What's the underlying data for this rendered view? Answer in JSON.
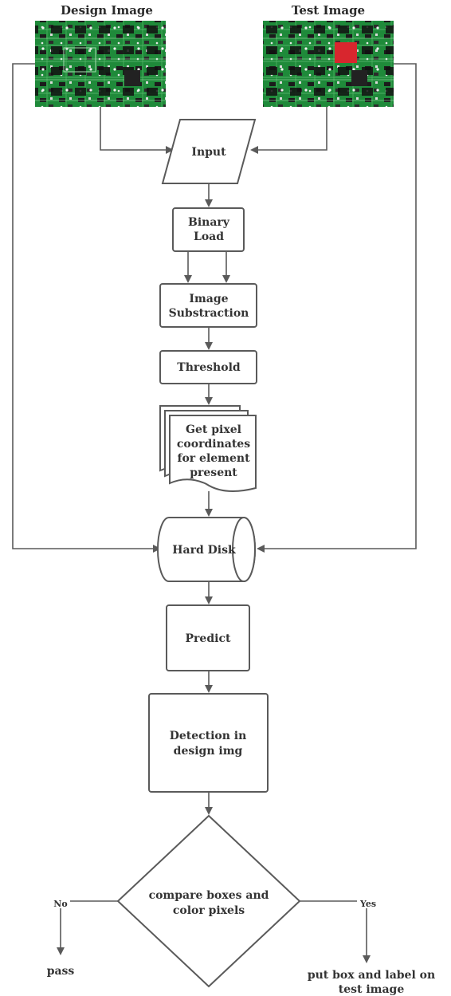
{
  "header": {
    "design_label": "Design Image",
    "test_label": "Test Image"
  },
  "nodes": {
    "input": "Input",
    "binary_load": [
      "Binary",
      "Load"
    ],
    "image_subtraction": [
      "Image",
      "Substraction"
    ],
    "threshold": "Threshold",
    "get_pixel": [
      "Get pixel",
      "coordinates",
      "for element",
      "present"
    ],
    "hard_disk": "Hard Disk",
    "predict": "Predict",
    "detection": [
      "Detection in",
      "design img"
    ],
    "decision": [
      "compare boxes and",
      "color pixels"
    ]
  },
  "branches": {
    "no_label": "No",
    "yes_label": "Yes",
    "no_outcome": "pass",
    "yes_outcome": [
      "put box and label on",
      "test image"
    ]
  },
  "colors": {
    "pcb_green": "#1f8a3a",
    "defect_red": "#d8262e",
    "stroke": "#5a5a5a"
  },
  "icons": {
    "design_pcb": "circuit-board-photo",
    "test_pcb": "circuit-board-photo-with-defect"
  }
}
